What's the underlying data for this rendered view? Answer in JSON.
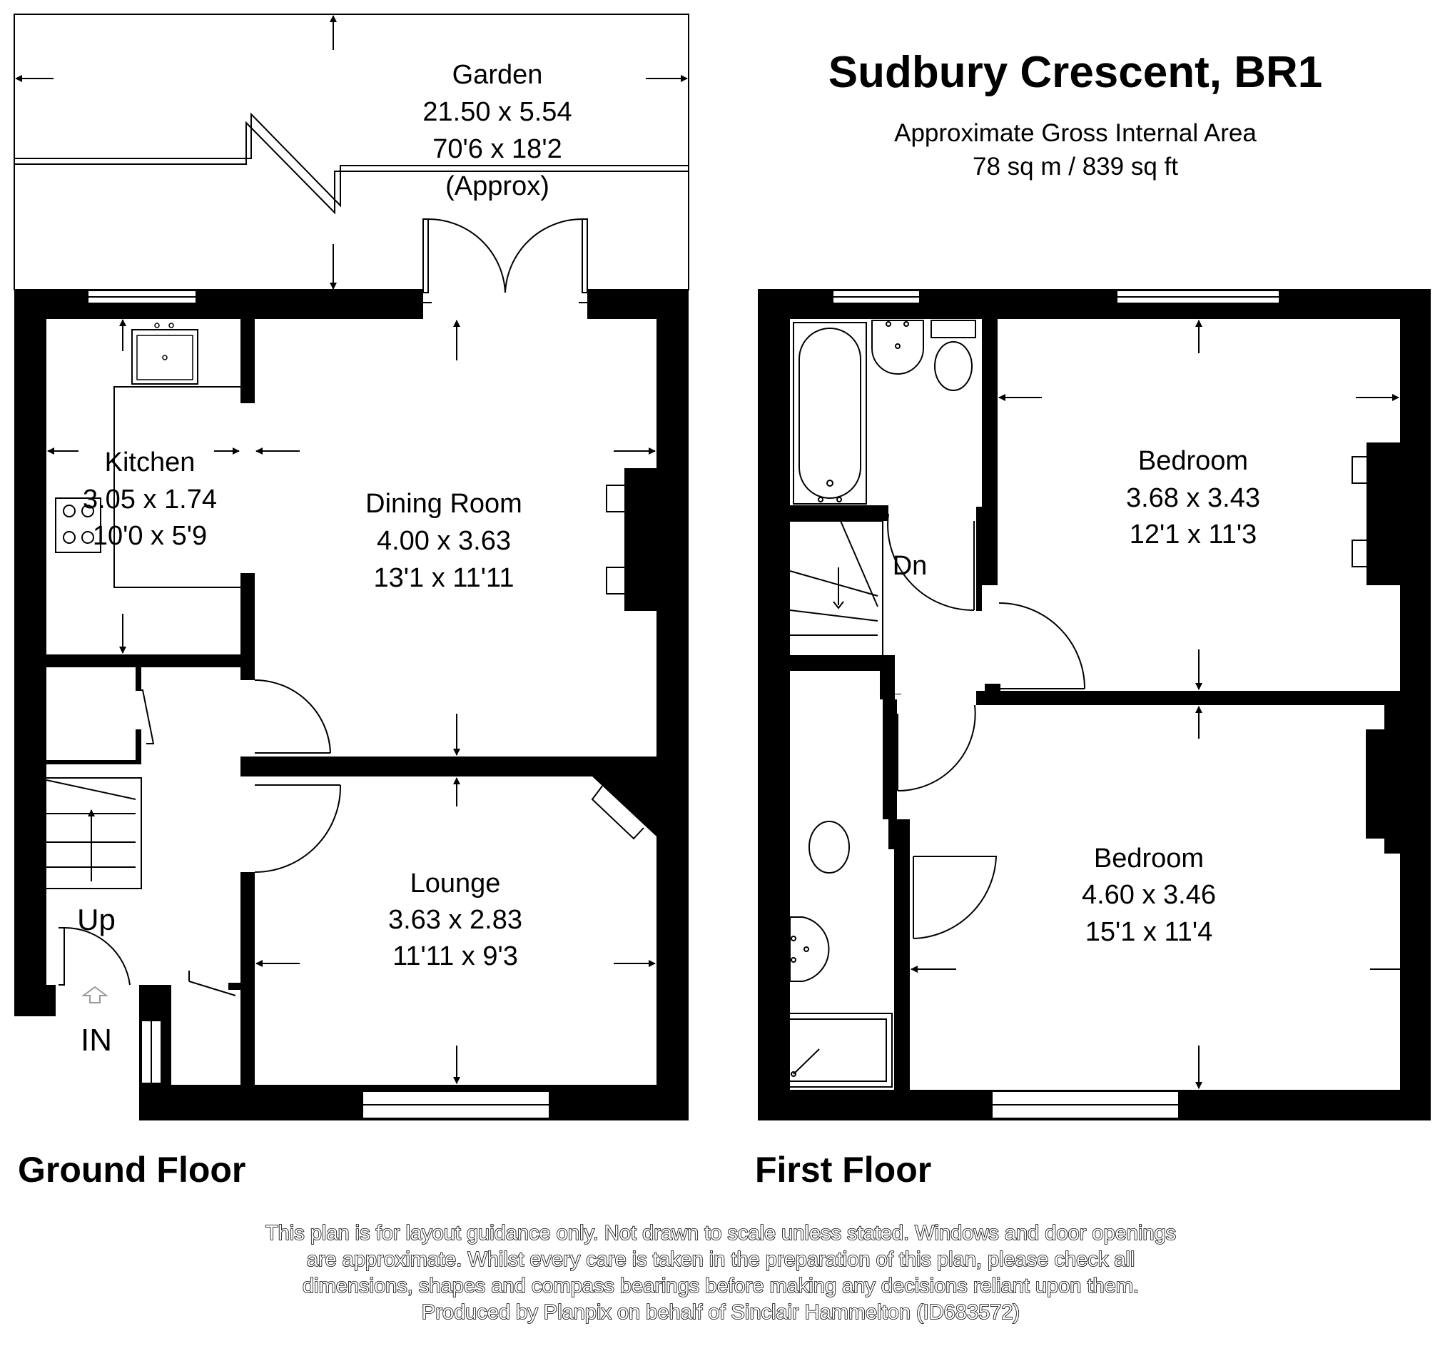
{
  "header": {
    "title": "Sudbury Crescent, BR1",
    "area_caption": "Approximate Gross Internal Area",
    "area_value": "78 sq m / 839 sq ft"
  },
  "floors": {
    "ground": "Ground Floor",
    "first": "First Floor"
  },
  "rooms": {
    "garden": {
      "name": "Garden",
      "metric": "21.50 x 5.54",
      "imperial": "70'6 x 18'2",
      "note": "(Approx)"
    },
    "kitchen": {
      "name": "Kitchen",
      "metric": "3.05 x 1.74",
      "imperial": "10'0 x 5'9"
    },
    "dining": {
      "name": "Dining Room",
      "metric": "4.00 x 3.63",
      "imperial": "13'1 x 11'11"
    },
    "lounge": {
      "name": "Lounge",
      "metric": "3.63 x 2.83",
      "imperial": "11'11 x 9'3"
    },
    "bedroom1": {
      "name": "Bedroom",
      "metric": "3.68 x 3.43",
      "imperial": "12'1 x 11'3"
    },
    "bedroom2": {
      "name": "Bedroom",
      "metric": "4.60 x 3.46",
      "imperial": "15'1 x 11'4"
    }
  },
  "markers": {
    "up": "Up",
    "down": "Dn",
    "entrance": "IN"
  },
  "disclaimer": [
    "This plan is for layout guidance only. Not drawn to scale unless stated. Windows and door openings",
    "are approximate. Whilst every care is taken in the preparation of this plan, please check all",
    "dimensions, shapes and compass bearings before making any decisions reliant upon them.",
    "Produced by Planpix on behalf of Sinclair Hammelton (ID683572)"
  ],
  "colors": {
    "wall": "#000000",
    "background": "#ffffff"
  }
}
